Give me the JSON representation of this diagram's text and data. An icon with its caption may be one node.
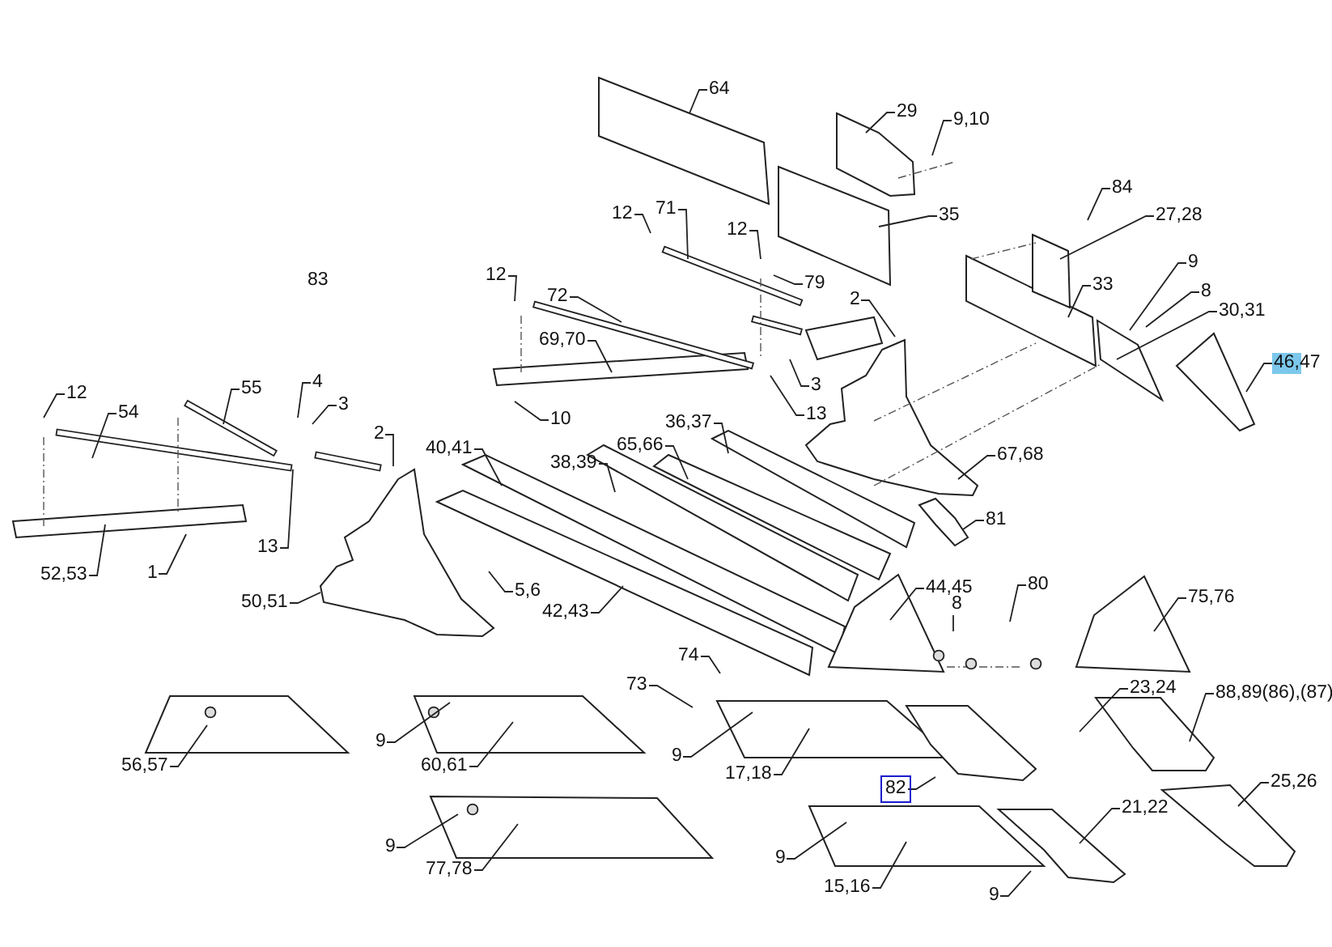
{
  "diagram": {
    "nodes": [
      {
        "text": [
          "64"
        ]
      },
      {
        "text": [
          "29"
        ]
      },
      {
        "text": [
          "9,10"
        ]
      },
      {
        "text": [
          "84"
        ]
      },
      {
        "text": [
          "12"
        ]
      },
      {
        "text": [
          "71"
        ]
      },
      {
        "text": [
          "12"
        ]
      },
      {
        "text": [
          "79"
        ]
      },
      {
        "text": [
          "27,28"
        ]
      },
      {
        "text": [
          "35"
        ]
      },
      {
        "text": [
          "12"
        ]
      },
      {
        "text": [
          "72"
        ]
      },
      {
        "text": [
          "2"
        ]
      },
      {
        "text": [
          "9"
        ]
      },
      {
        "text": [
          "8"
        ]
      },
      {
        "text": [
          "33"
        ]
      },
      {
        "text": [
          "30,31"
        ]
      },
      {
        "text": [
          "69,70"
        ]
      },
      {
        "text": [
          "3"
        ]
      },
      {
        "text": [
          "46,47"
        ]
      },
      {
        "text": [
          "13"
        ]
      },
      {
        "text": [
          "10"
        ]
      },
      {
        "text": [
          "12"
        ]
      },
      {
        "text": [
          "55"
        ]
      },
      {
        "text": [
          "4"
        ]
      },
      {
        "text": [
          "3"
        ]
      },
      {
        "text": [
          "54"
        ]
      },
      {
        "text": [
          "2"
        ]
      },
      {
        "text": [
          "36,37"
        ]
      },
      {
        "text": [
          "40,41"
        ]
      },
      {
        "text": [
          "38,39"
        ]
      },
      {
        "text": [
          "65,66"
        ]
      },
      {
        "text": [
          "67,68"
        ]
      },
      {
        "text": [
          "81"
        ]
      },
      {
        "text": [
          "52,53"
        ]
      },
      {
        "text": [
          "1"
        ]
      },
      {
        "text": [
          "13"
        ]
      },
      {
        "text": [
          "50,51"
        ]
      },
      {
        "text": [
          "5,6"
        ]
      },
      {
        "text": [
          "42,43"
        ]
      },
      {
        "text": [
          "44,45"
        ]
      },
      {
        "text": [
          "8"
        ]
      },
      {
        "text": [
          "80"
        ]
      },
      {
        "text": [
          "75,76"
        ]
      },
      {
        "text": [
          "74"
        ]
      },
      {
        "text": [
          "73"
        ]
      },
      {
        "text": [
          "9"
        ]
      },
      {
        "text": [
          "17,18"
        ]
      },
      {
        "text": [
          "23,24"
        ]
      },
      {
        "text": [
          "88,89(86),(87)"
        ]
      },
      {
        "text": [
          "56,57"
        ]
      },
      {
        "text": [
          "9"
        ]
      },
      {
        "text": [
          "60,61"
        ]
      },
      {
        "text": [
          "82"
        ]
      },
      {
        "text": [
          "25,26"
        ]
      },
      {
        "text": [
          "9"
        ]
      },
      {
        "text": [
          "77,78"
        ]
      },
      {
        "text": [
          "21,22"
        ]
      },
      {
        "text": [
          "9"
        ]
      },
      {
        "text": [
          "15,16"
        ]
      },
      {
        "text": [
          "9"
        ]
      }
    ],
    "edges": [
      {
        "from": 0,
        "to": null,
        "arrow": "none"
      },
      {
        "from": 1,
        "to": null,
        "arrow": "none"
      },
      {
        "from": 2,
        "to": null,
        "arrow": "none"
      },
      {
        "from": 3,
        "to": null,
        "arrow": "none"
      },
      {
        "from": 4,
        "to": null,
        "arrow": "none"
      },
      {
        "from": 5,
        "to": null,
        "arrow": "none"
      },
      {
        "from": 6,
        "to": null,
        "arrow": "none"
      },
      {
        "from": 7,
        "to": null,
        "arrow": "none"
      },
      {
        "from": 8,
        "to": null,
        "arrow": "none"
      },
      {
        "from": 9,
        "to": null,
        "arrow": "none"
      },
      {
        "from": 10,
        "to": null,
        "arrow": "none"
      },
      {
        "from": 11,
        "to": null,
        "arrow": "none"
      },
      {
        "from": 12,
        "to": null,
        "arrow": "none"
      },
      {
        "from": 13,
        "to": null,
        "arrow": "none"
      },
      {
        "from": 14,
        "to": null,
        "arrow": "none"
      },
      {
        "from": 15,
        "to": null,
        "arrow": "none"
      },
      {
        "from": 16,
        "to": null,
        "arrow": "none"
      },
      {
        "from": 17,
        "to": null,
        "arrow": "none"
      },
      {
        "from": 18,
        "to": null,
        "arrow": "none"
      },
      {
        "from": 19,
        "to": null,
        "arrow": "none"
      },
      {
        "from": 20,
        "to": null,
        "arrow": "none"
      },
      {
        "from": 21,
        "to": null,
        "arrow": "none"
      },
      {
        "from": 22,
        "to": null,
        "arrow": "none"
      },
      {
        "from": 23,
        "to": null,
        "arrow": "none"
      },
      {
        "from": 24,
        "to": null,
        "arrow": "none"
      },
      {
        "from": 25,
        "to": null,
        "arrow": "none"
      },
      {
        "from": 26,
        "to": null,
        "arrow": "none"
      },
      {
        "from": 27,
        "to": null,
        "arrow": "none"
      },
      {
        "from": 28,
        "to": null,
        "arrow": "none"
      },
      {
        "from": 29,
        "to": null,
        "arrow": "none"
      },
      {
        "from": 30,
        "to": null,
        "arrow": "none"
      },
      {
        "from": 31,
        "to": null,
        "arrow": "none"
      },
      {
        "from": 32,
        "to": null,
        "arrow": "none"
      },
      {
        "from": 33,
        "to": null,
        "arrow": "none"
      },
      {
        "from": 34,
        "to": null,
        "arrow": "none"
      },
      {
        "from": 35,
        "to": null,
        "arrow": "none"
      },
      {
        "from": 36,
        "to": null,
        "arrow": "none"
      },
      {
        "from": 37,
        "to": null,
        "arrow": "none"
      },
      {
        "from": 38,
        "to": null,
        "arrow": "none"
      },
      {
        "from": 39,
        "to": null,
        "arrow": "none"
      },
      {
        "from": 40,
        "to": null,
        "arrow": "none"
      },
      {
        "from": 41,
        "to": null,
        "arrow": "none"
      },
      {
        "from": 42,
        "to": null,
        "arrow": "none"
      },
      {
        "from": 43,
        "to": null,
        "arrow": "none"
      },
      {
        "from": 44,
        "to": null,
        "arrow": "none"
      },
      {
        "from": 45,
        "to": null,
        "arrow": "none"
      },
      {
        "from": 46,
        "to": null,
        "arrow": "none"
      },
      {
        "from": 47,
        "to": null,
        "arrow": "none"
      },
      {
        "from": 48,
        "to": null,
        "arrow": "none"
      },
      {
        "from": 49,
        "to": null,
        "arrow": "none"
      },
      {
        "from": 50,
        "to": null,
        "arrow": "none"
      },
      {
        "from": 51,
        "to": null,
        "arrow": "none"
      },
      {
        "from": 52,
        "to": null,
        "arrow": "none"
      },
      {
        "from": 53,
        "to": null,
        "arrow": "none"
      },
      {
        "from": 54,
        "to": null,
        "arrow": "none"
      },
      {
        "from": 55,
        "to": null,
        "arrow": "none"
      },
      {
        "from": 56,
        "to": null,
        "arrow": "none"
      },
      {
        "from": 57,
        "to": null,
        "arrow": "none"
      },
      {
        "from": 58,
        "to": null,
        "arrow": "none"
      },
      {
        "from": 59,
        "to": null,
        "arrow": "none"
      },
      {
        "from": 60,
        "to": null,
        "arrow": "none"
      }
    ],
    "labels": [
      "83"
    ]
  }
}
